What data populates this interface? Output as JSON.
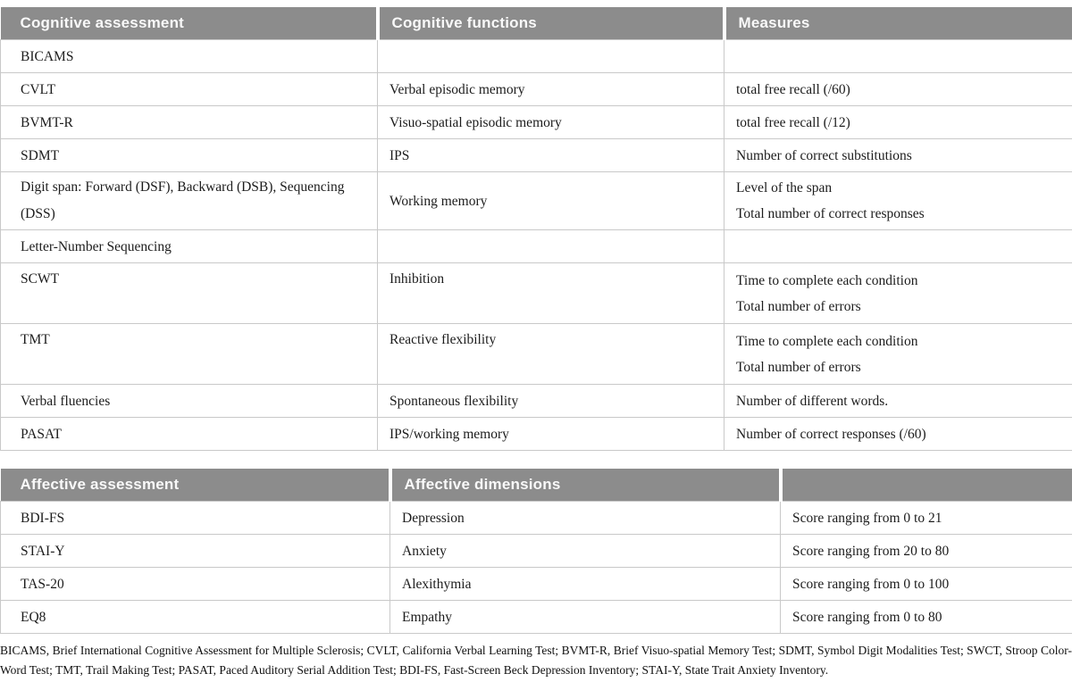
{
  "colors": {
    "header_bg": "#8c8c8c",
    "header_text": "#f9f9f9",
    "body_text": "#1c1c1c",
    "grid_line": "#c9c9c9",
    "page_bg": "#ffffff"
  },
  "cognitive_table": {
    "headers": [
      "Cognitive assessment",
      "Cognitive functions",
      "Measures"
    ],
    "rows": [
      {
        "assessment": "BICAMS",
        "functions": "",
        "measures": []
      },
      {
        "assessment": "CVLT",
        "functions": "Verbal episodic memory",
        "measures": [
          "total free recall (/60)"
        ]
      },
      {
        "assessment": "BVMT-R",
        "functions": "Visuo-spatial episodic memory",
        "measures": [
          "total free recall (/12)"
        ]
      },
      {
        "assessment": "SDMT",
        "functions": "IPS",
        "measures": [
          "Number of correct substitutions"
        ]
      },
      {
        "assessment": "Digit span: Forward (DSF), Backward (DSB), Sequencing (DSS)",
        "functions": "Working memory",
        "measures": [
          "Level of the span",
          "Total number of correct responses"
        ]
      },
      {
        "assessment": "Letter-Number Sequencing",
        "functions": "",
        "measures": []
      },
      {
        "assessment": "SCWT",
        "functions": "Inhibition",
        "measures": [
          "Time to complete each condition",
          "Total number of errors"
        ]
      },
      {
        "assessment": "TMT",
        "functions": "Reactive flexibility",
        "measures": [
          "Time to complete each condition",
          "Total number of errors"
        ]
      },
      {
        "assessment": "Verbal fluencies",
        "functions": "Spontaneous flexibility",
        "measures": [
          "Number of different words."
        ]
      },
      {
        "assessment": "PASAT",
        "functions": "IPS/working memory",
        "measures": [
          "Number of correct responses (/60)"
        ]
      }
    ]
  },
  "affective_table": {
    "headers": [
      "Affective assessment",
      "Affective dimensions",
      ""
    ],
    "rows": [
      {
        "assessment": "BDI-FS",
        "dimension": "Depression",
        "measure": "Score ranging from 0 to 21"
      },
      {
        "assessment": "STAI-Y",
        "dimension": "Anxiety",
        "measure": "Score ranging from 20 to 80"
      },
      {
        "assessment": "TAS-20",
        "dimension": "Alexithymia",
        "measure": "Score ranging from 0 to 100"
      },
      {
        "assessment": "EQ8",
        "dimension": "Empathy",
        "measure": "Score ranging from 0 to 80"
      }
    ]
  },
  "footnote": "BICAMS, Brief International Cognitive Assessment for Multiple Sclerosis; CVLT, California Verbal Learning Test; BVMT-R, Brief Visuo-spatial Memory Test; SDMT, Symbol Digit Modalities Test; SWCT, Stroop Color-Word Test; TMT, Trail Making Test; PASAT, Paced Auditory Serial Addition Test; BDI-FS, Fast-Screen Beck Depression Inventory; STAI-Y, State Trait Anxiety Inventory."
}
